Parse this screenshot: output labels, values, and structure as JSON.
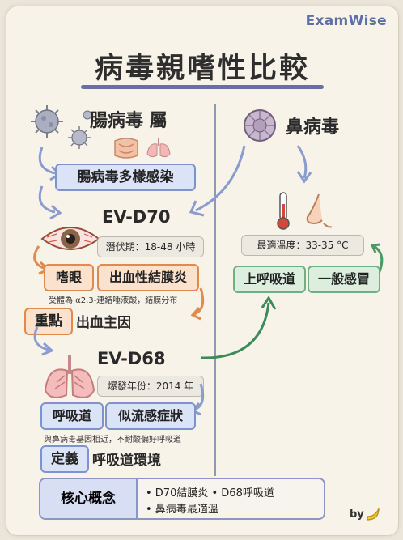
{
  "brand": "ExamWise",
  "title": "病毒親嗜性比較",
  "left": {
    "header": "腸病毒 屬",
    "infection": "腸病毒多樣感染",
    "ev70": {
      "name": "EV-D70",
      "incubation": "潛伏期：18-48 小時",
      "tags": [
        "嗜眼",
        "出血性結膜炎"
      ],
      "note": "受體為 α2,3-連結唾液酸，結膜分布",
      "key_label": "重點",
      "key_value": "出血主因"
    },
    "ev68": {
      "name": "EV-D68",
      "outbreak": "爆發年份：2014 年",
      "tags": [
        "呼吸道",
        "似流感症狀"
      ],
      "note": "與鼻病毒基因相近，不耐酸偏好呼吸道",
      "def_label": "定義",
      "def_value": "呼吸道環境"
    }
  },
  "right": {
    "header": "鼻病毒",
    "temp": "最適溫度：33-35 °C",
    "tags": [
      "上呼吸道",
      "一般感冒"
    ]
  },
  "core": {
    "label": "核心概念",
    "items": [
      "• D70結膜炎 • D68呼吸道",
      "• 鼻病毒最適溫"
    ]
  },
  "byline": "by"
}
